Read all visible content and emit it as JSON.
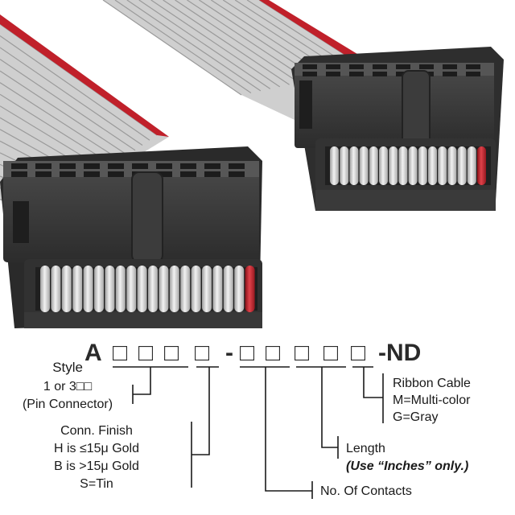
{
  "part_number": {
    "prefix": "A",
    "separator": "-",
    "suffix": "-ND",
    "placeholder_box": "□"
  },
  "labels": {
    "style": "Style",
    "pin_connector_line1": "1 or 3□□",
    "pin_connector_line2": "(Pin Connector)",
    "conn_finish": "Conn. Finish",
    "finish_h": "H is ≤15μ Gold",
    "finish_b": "B is >15μ Gold",
    "finish_s": "S=Tin",
    "ribbon_cable": "Ribbon Cable",
    "multi_color": "M=Multi-color",
    "gray": "G=Gray",
    "length": "Length",
    "length_note": "(Use “Inches” only.)",
    "contacts": "No. Of Contacts"
  },
  "colors": {
    "housing": "#3a3a3a",
    "housing_dark": "#262626",
    "housing_light": "#4a4a4a",
    "cable": "#c9c9c9",
    "cable_light": "#e8e8e8",
    "red_stripe": "#c0202a",
    "leader_line": "#1a1a1a"
  }
}
